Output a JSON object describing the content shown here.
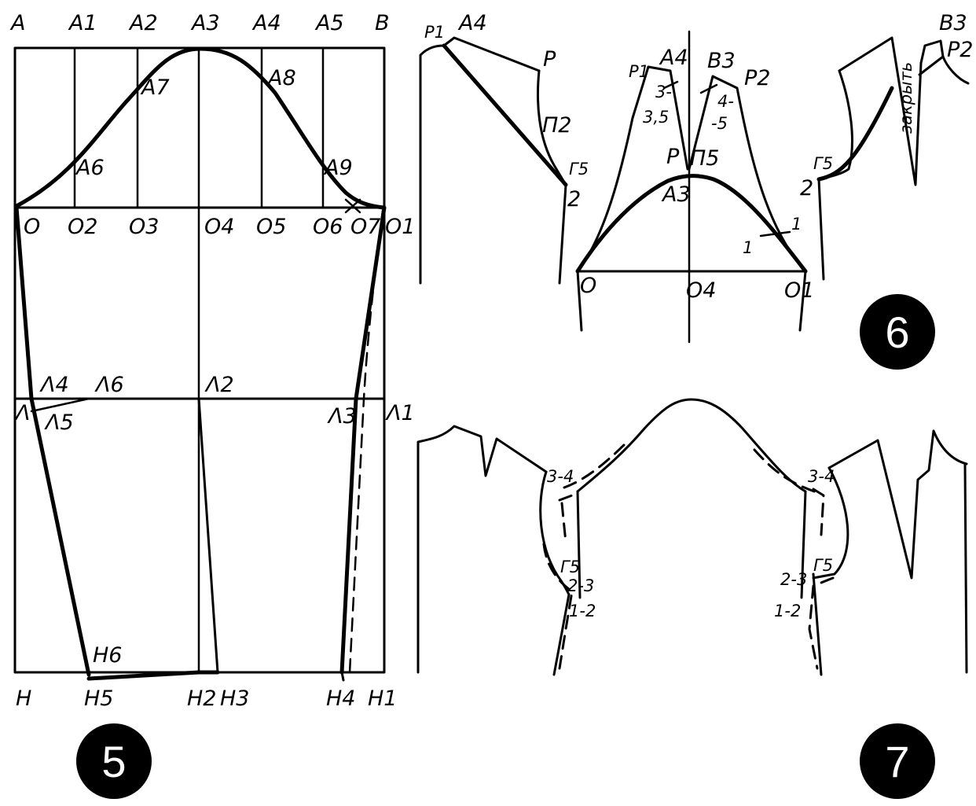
{
  "figure5": {
    "badge": "5",
    "labels": {
      "A": "A",
      "A1": "A1",
      "A2": "A2",
      "A3": "A3",
      "A4": "A4",
      "A5": "A5",
      "B": "B",
      "A6": "A6",
      "A7": "A7",
      "A8": "A8",
      "A9": "A9",
      "O": "O",
      "O2": "O2",
      "O3": "O3",
      "O4": "O4",
      "O5": "O5",
      "O6": "O6",
      "O7": "O7",
      "O1": "O1",
      "L4": "Λ4",
      "L6": "Λ6",
      "L2": "Λ2",
      "L": "Λ",
      "L5": "Λ5",
      "L3": "Λ3",
      "L1": "Λ1",
      "H6": "H6",
      "H": "H",
      "H5": "H5",
      "H2": "H2",
      "H3": "H3",
      "H4": "H4",
      "H1": "H1"
    }
  },
  "figure6": {
    "badge": "6",
    "labels": {
      "P1_left": "P1",
      "A4_left": "A4",
      "P_left": "P",
      "Pi2": "П2",
      "G5_left": "Г5",
      "n2_left": "2",
      "P1_mid": "P1",
      "A4_mid": "A4",
      "B3_mid": "B3",
      "P2_mid": "P2",
      "m35": "3-",
      "m35b": "3,5",
      "m45": "4-",
      "m45b": "-5",
      "P_mid": "P",
      "Pi5": "П5",
      "A3_mid": "A3",
      "one_a": "1",
      "one_b": "1",
      "O_mid": "O",
      "O4_mid": "O4",
      "O1_mid": "O1",
      "B3_right": "B3",
      "P2_right": "P2",
      "G5_right": "Г5",
      "n2_right": "2",
      "closed": "закрыть"
    }
  },
  "figure7": {
    "badge": "7",
    "labels": {
      "l34": "3-4",
      "lG5": "Г5",
      "l23": "2-3",
      "l12": "1-2",
      "r34": "3-4",
      "rG5": "Г5",
      "r23": "2-3",
      "r12": "1-2"
    }
  }
}
